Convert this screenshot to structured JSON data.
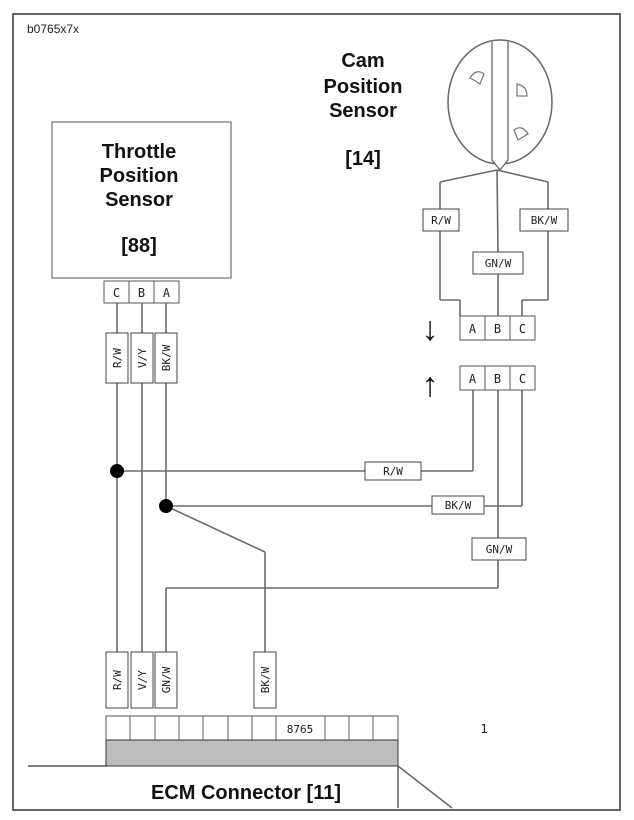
{
  "figure_id": "b0765x7x",
  "throttle_sensor": {
    "line1": "Throttle",
    "line2": "Position",
    "line3": "Sensor",
    "ref": "[88]",
    "pins": [
      "C",
      "B",
      "A"
    ]
  },
  "cam_sensor": {
    "line1": "Cam",
    "line2": "Position",
    "line3": "Sensor",
    "ref": "[14]"
  },
  "connector_pins": [
    "A",
    "B",
    "C"
  ],
  "wire_labels": {
    "rw": "R/W",
    "vy": "V/Y",
    "bkw": "BK/W",
    "gnw": "GN/W"
  },
  "ecm": {
    "label": "ECM Connector [11]",
    "pin_numbers": "8765",
    "pin_one": "1"
  },
  "arrows": {
    "down": "↓",
    "up": "↑"
  }
}
